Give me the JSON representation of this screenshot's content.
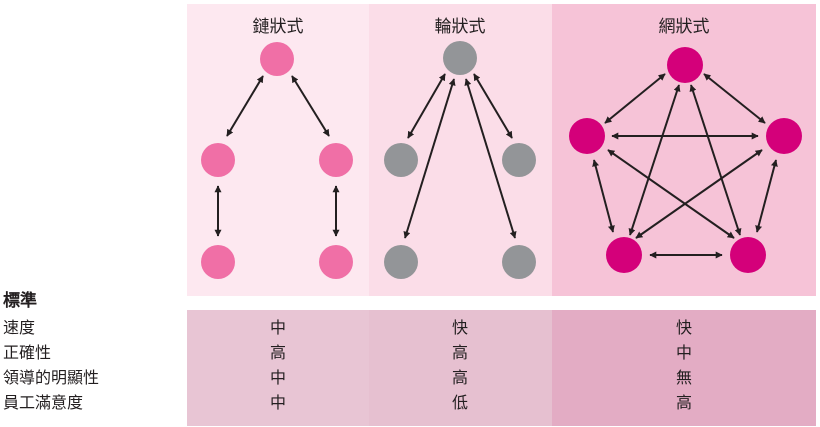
{
  "colors": {
    "panel_chain": "#fde8f0",
    "panel_wheel": "#fbdde8",
    "panel_allchannel": "#f6c3d7",
    "row_chain": "#e8c5d4",
    "row_wheel": "#e6c0d0",
    "row_allchannel": "#e3acc4",
    "node_chain": "#f06fa6",
    "node_wheel": "#939598",
    "node_allchannel": "#d4007a",
    "arrow": "#231f20"
  },
  "networks": [
    {
      "id": "chain",
      "title": "鏈狀式",
      "node_color": "node_chain",
      "values": [
        "中",
        "高",
        "中",
        "中"
      ]
    },
    {
      "id": "wheel",
      "title": "輪狀式",
      "node_color": "node_wheel",
      "values": [
        "快",
        "高",
        "高",
        "低"
      ]
    },
    {
      "id": "allchannel",
      "title": "網狀式",
      "node_color": "node_allchannel",
      "values": [
        "快",
        "中",
        "無",
        "高"
      ]
    }
  ],
  "criteria": {
    "title": "標準",
    "rows": [
      "速度",
      "正確性",
      "領導的明顯性",
      "員工滿意度"
    ]
  }
}
